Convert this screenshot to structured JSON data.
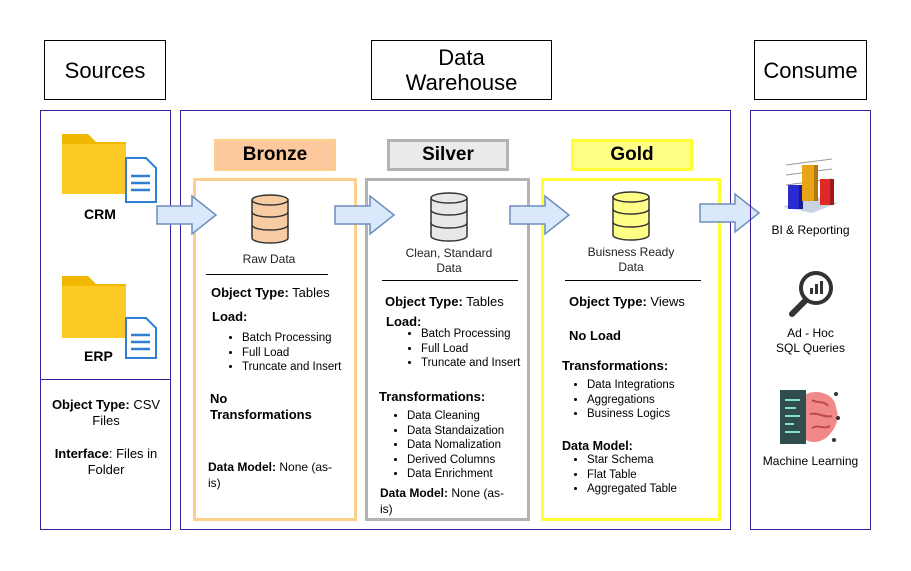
{
  "headers": {
    "sources": "Sources",
    "warehouse_line1": "Data",
    "warehouse_line2": "Warehouse",
    "consume": "Consume"
  },
  "sources": {
    "crm_label": "CRM",
    "erp_label": "ERP",
    "object_type_label": "Object Type:",
    "object_type_value": " CSV Files",
    "interface_label": "Interface",
    "interface_value": ": Files in Folder"
  },
  "bronze": {
    "title": "Bronze",
    "subtitle": "Raw Data",
    "object_type_label": "Object Type:",
    "object_type_value": " Tables",
    "load_label": "Load:",
    "load_items": [
      "Batch Processing",
      "Full Load",
      "Truncate and Insert"
    ],
    "transform_line1": "No",
    "transform_line2": "Transformations",
    "model_label": "Data Model:",
    "model_value": " None (as-is)"
  },
  "silver": {
    "title": "Silver",
    "subtitle_line1": "Clean, Standard",
    "subtitle_line2": "Data",
    "object_type_label": "Object Type:",
    "object_type_value": " Tables",
    "load_label": "Load:",
    "load_items": [
      "Batch Processing",
      "Full Load",
      "Truncate and Insert"
    ],
    "transform_label": "Transformations:",
    "transform_items": [
      "Data Cleaning",
      "Data Standaization",
      "Data Nomalization",
      "Derived Columns",
      "Data Enrichment"
    ],
    "model_label": "Data Model:",
    "model_value": " None (as-is)"
  },
  "gold": {
    "title": "Gold",
    "subtitle_line1": "Buisness Ready",
    "subtitle_line2": "Data",
    "object_type_label": "Object Type:",
    "object_type_value": " Views",
    "load_label": "No Load",
    "transform_label": "Transformations:",
    "transform_items": [
      "Data Integrations",
      "Aggregations",
      "Business Logics"
    ],
    "model_label": "Data Model:",
    "model_items": [
      "Star Schema",
      "Flat Table",
      "Aggregated Table"
    ]
  },
  "consume": {
    "bi_label": "BI & Reporting",
    "sql_line1": "Ad - Hoc",
    "sql_line2": "SQL Queries",
    "ml_label": "Machine Learning"
  },
  "colors": {
    "frame": "#3a1ea0",
    "arrow_fill": "#dae8fc",
    "arrow_stroke": "#6c8ebf",
    "bronze_border": "#fad08a",
    "bronze_fill": "#fcc99d",
    "silver_border": "#b3b3b3",
    "silver_fill": "#ebebeb",
    "gold_border": "#ffff33",
    "gold_fill": "#ffff88",
    "folder": "#f5c400",
    "doc": "#2f7fd4"
  },
  "icons": [
    "folder-icon",
    "document-icon",
    "database-icon",
    "arrow-right-icon",
    "bar-chart-icon",
    "magnifier-icon",
    "brain-icon"
  ]
}
